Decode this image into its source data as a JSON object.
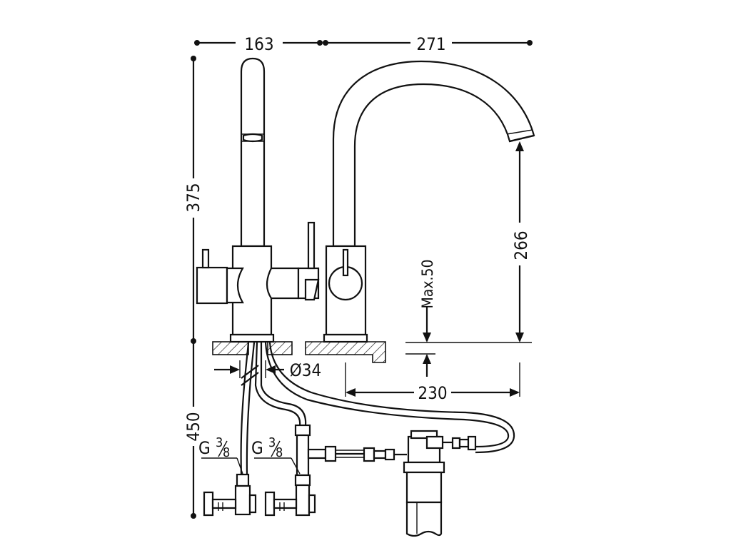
{
  "dimensions": {
    "top_left_width": "163",
    "top_right_width": "271",
    "total_height": "375",
    "spout_height": "266",
    "max_thickness": "Max.50",
    "hole_diameter": "Ø34",
    "spout_reach": "230",
    "hose_length": "450"
  },
  "connections": {
    "left_thread": "G",
    "left_frac_num": "3",
    "left_frac_den": "8",
    "middle_thread": "G",
    "middle_frac_num": "3",
    "middle_frac_den": "8"
  }
}
